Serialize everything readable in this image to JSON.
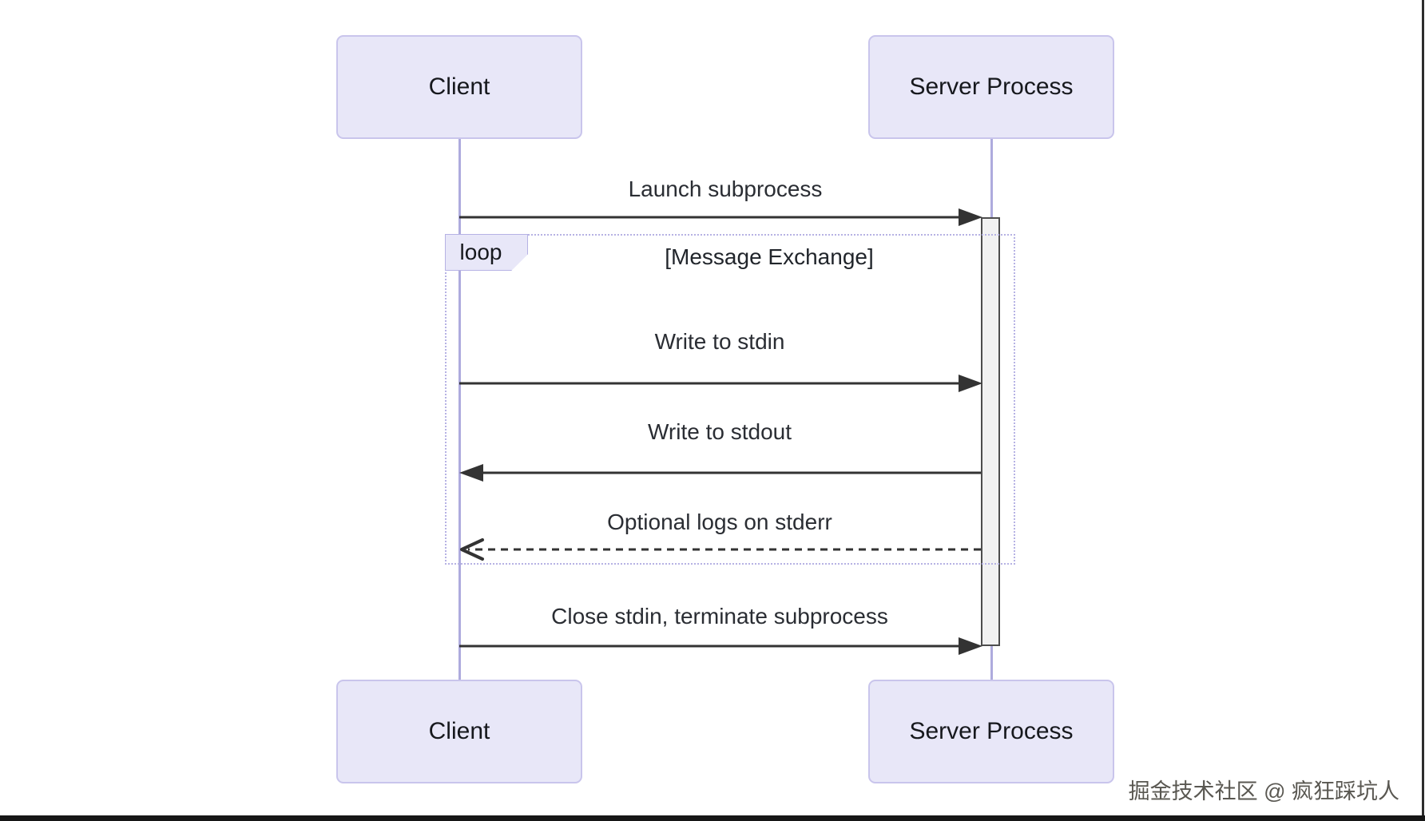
{
  "diagram": {
    "type": "sequence-diagram",
    "participants": [
      {
        "name": "Client"
      },
      {
        "name": "Server Process"
      }
    ],
    "messages": [
      {
        "text": "Launch subprocess",
        "from": "Client",
        "to": "Server Process",
        "line": "solid",
        "arrowhead": "filled"
      },
      {
        "text": "Write to stdin",
        "from": "Client",
        "to": "Server Process",
        "line": "solid",
        "arrowhead": "filled"
      },
      {
        "text": "Write to stdout",
        "from": "Server Process",
        "to": "Client",
        "line": "solid",
        "arrowhead": "filled"
      },
      {
        "text": "Optional logs on stderr",
        "from": "Server Process",
        "to": "Client",
        "line": "dashed",
        "arrowhead": "open"
      },
      {
        "text": "Close stdin, terminate subprocess",
        "from": "Client",
        "to": "Server Process",
        "line": "solid",
        "arrowhead": "filled"
      }
    ],
    "loop": {
      "label": "loop",
      "title": "[Message Exchange]",
      "contains": [
        "Write to stdin",
        "Write to stdout",
        "Optional logs on stderr"
      ]
    },
    "activation": {
      "on": "Server Process",
      "starts_at": "Launch subprocess",
      "ends_at": "Close stdin, terminate subprocess"
    },
    "colors": {
      "actor_fill": "#e8e7f8",
      "actor_border": "#c9c5ec",
      "lifeline": "#aeabdd",
      "loop_border": "#b6b2e4",
      "arrow": "#333333",
      "activation_fill": "#f2f2f2",
      "activation_border": "#4e4e4e",
      "text": "#21252b",
      "background": "#ffffff"
    },
    "watermark": "掘金技术社区 @ 疯狂踩坑人"
  }
}
